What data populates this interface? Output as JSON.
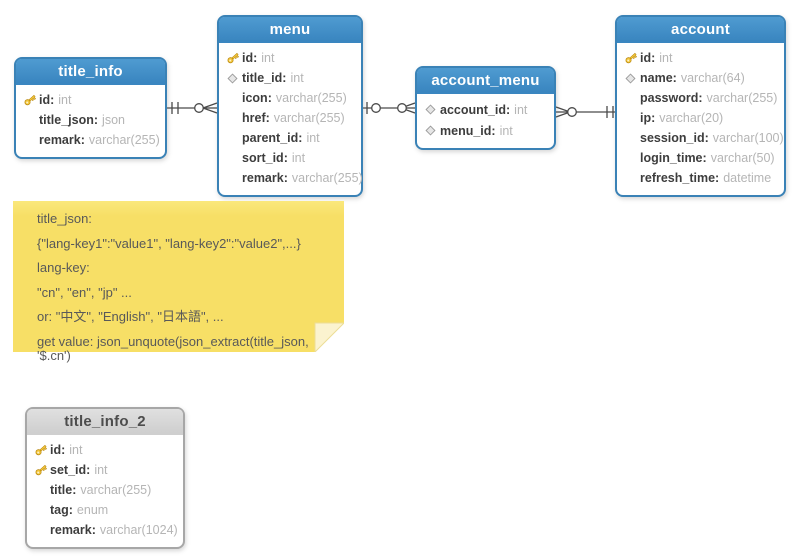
{
  "field_separator": ":",
  "tables": {
    "title_info": {
      "title": "title_info",
      "fields": [
        {
          "icon": "primary-key",
          "name": "id",
          "type": "int"
        },
        {
          "icon": "none",
          "name": "title_json",
          "type": "json"
        },
        {
          "icon": "none",
          "name": "remark",
          "type": "varchar(255)"
        }
      ]
    },
    "menu": {
      "title": "menu",
      "fields": [
        {
          "icon": "primary-key",
          "name": "id",
          "type": "int"
        },
        {
          "icon": "foreign-key-diamond",
          "name": "title_id",
          "type": "int"
        },
        {
          "icon": "none",
          "name": "icon",
          "type": "varchar(255)"
        },
        {
          "icon": "none",
          "name": "href",
          "type": "varchar(255)"
        },
        {
          "icon": "none",
          "name": "parent_id",
          "type": "int"
        },
        {
          "icon": "none",
          "name": "sort_id",
          "type": "int"
        },
        {
          "icon": "none",
          "name": "remark",
          "type": "varchar(255)"
        }
      ]
    },
    "account_menu": {
      "title": "account_menu",
      "fields": [
        {
          "icon": "foreign-key-diamond",
          "name": "account_id",
          "type": "int"
        },
        {
          "icon": "foreign-key-diamond",
          "name": "menu_id",
          "type": "int"
        }
      ]
    },
    "account": {
      "title": "account",
      "fields": [
        {
          "icon": "primary-key",
          "name": "id",
          "type": "int"
        },
        {
          "icon": "foreign-key-diamond",
          "name": "name",
          "type": "varchar(64)"
        },
        {
          "icon": "none",
          "name": "password",
          "type": "varchar(255)"
        },
        {
          "icon": "none",
          "name": "ip",
          "type": "varchar(20)"
        },
        {
          "icon": "none",
          "name": "session_id",
          "type": "varchar(100)"
        },
        {
          "icon": "none",
          "name": "login_time",
          "type": "varchar(50)"
        },
        {
          "icon": "none",
          "name": "refresh_time",
          "type": "datetime"
        }
      ]
    },
    "title_info_2": {
      "title": "title_info_2",
      "fields": [
        {
          "icon": "primary-key",
          "name": "id",
          "type": "int"
        },
        {
          "icon": "primary-key",
          "name": "set_id",
          "type": "int"
        },
        {
          "icon": "none",
          "name": "title",
          "type": "varchar(255)"
        },
        {
          "icon": "none",
          "name": "tag",
          "type": "enum"
        },
        {
          "icon": "none",
          "name": "remark",
          "type": "varchar(1024)"
        }
      ]
    }
  },
  "note": {
    "lines": [
      "title_json:",
      "{\"lang-key1\":\"value1\", \"lang-key2\":\"value2\",...}",
      "lang-key:",
      "\"cn\", \"en\", \"jp\" ...",
      "or: \"中文\", \"English\", \"日本語\", ...",
      "get value: json_unquote(json_extract(title_json, '$.cn')"
    ]
  },
  "relationships": [
    {
      "from": "title_info",
      "to": "menu",
      "from_end": "exactly-one (||)",
      "to_end": "zero-or-many (o<)"
    },
    {
      "from": "menu",
      "to": "account_menu",
      "from_end": "zero-or-one (|o)",
      "to_end": "zero-or-many (o<)"
    },
    {
      "from": "account_menu",
      "to": "account",
      "from_end": "zero-or-many (>o)",
      "to_end": "exactly-one (||)"
    }
  ],
  "colors": {
    "table_header_blue": "#3a86c0",
    "table_border_blue": "#3a82b6",
    "gray_header": "#d4d4d4",
    "note_yellow": "#f7df66",
    "line": "#4a4a4a",
    "key_gold": "#f3c73e",
    "field_name": "#3d3d3d",
    "field_type": "#b5b5b5"
  }
}
